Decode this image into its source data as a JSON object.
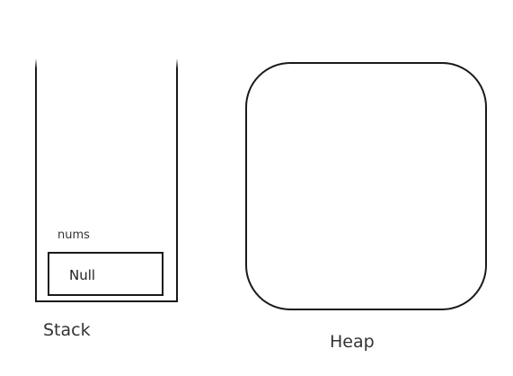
{
  "stack": {
    "caption": "Stack",
    "variable": {
      "name": "nums",
      "value": "Null"
    }
  },
  "heap": {
    "caption": "Heap"
  },
  "colors": {
    "stroke": "#1a1a1a",
    "text": "#333333",
    "background": "#ffffff"
  }
}
